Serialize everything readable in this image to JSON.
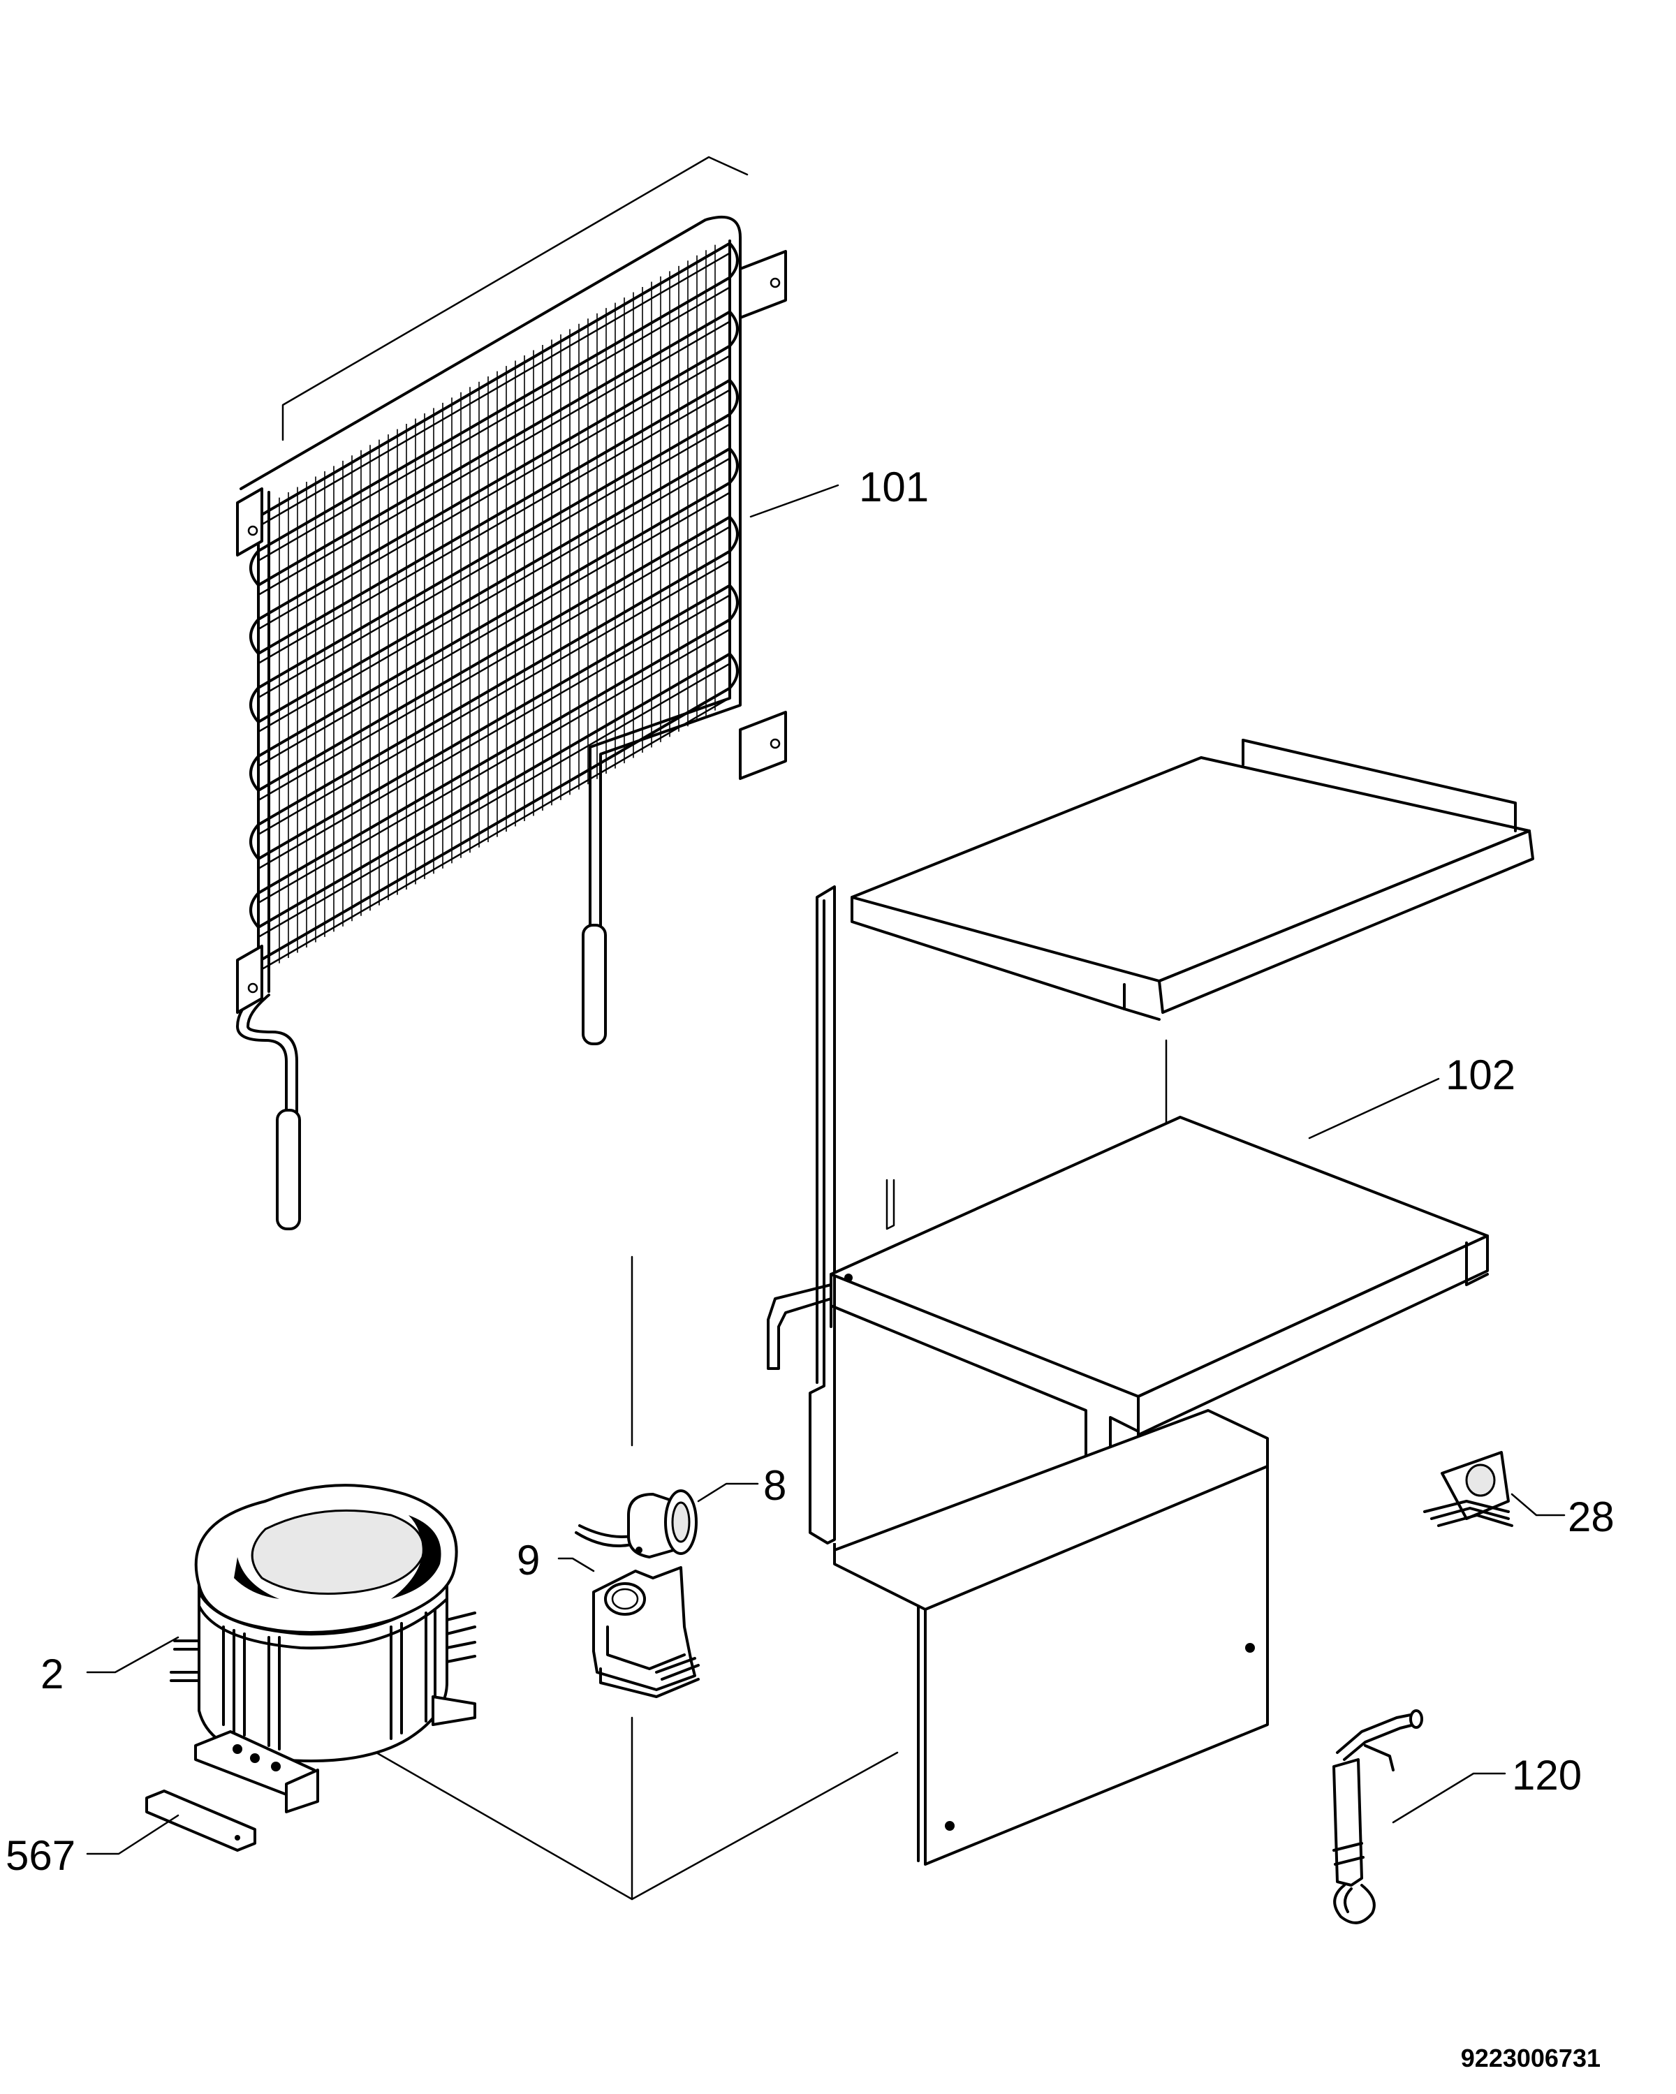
{
  "labels": {
    "condenser": "101",
    "shelf_frame": "102",
    "relay": "8",
    "relay_clip": "9",
    "compressor": "2",
    "compressor_plate": "567",
    "bracket": "28",
    "drier": "120"
  },
  "reference_number": "9223006731",
  "colors": {
    "line": "#000000",
    "background": "#ffffff"
  }
}
